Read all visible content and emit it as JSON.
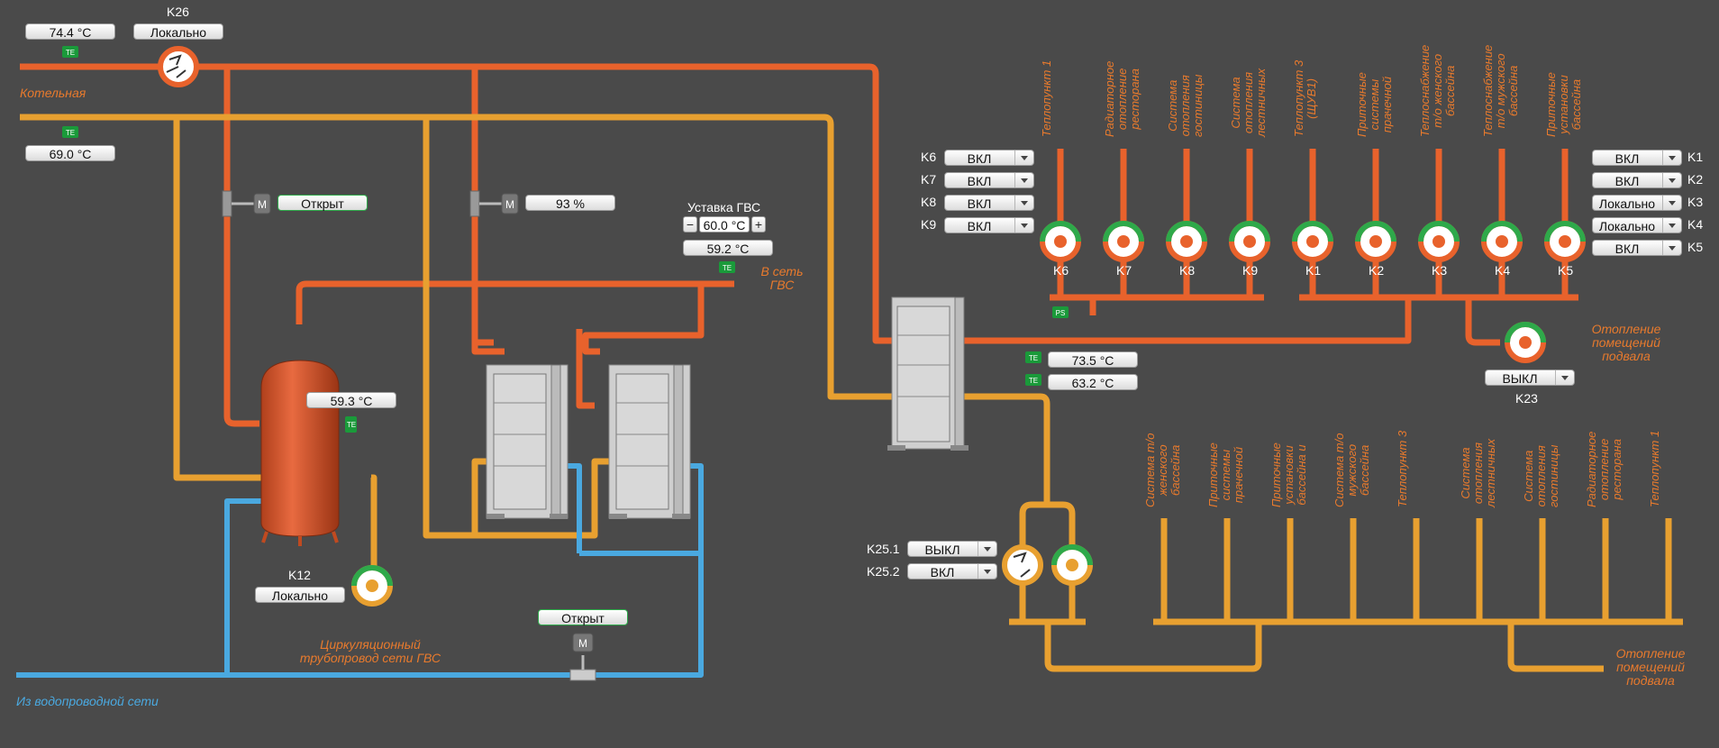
{
  "colors": {
    "hot": "#e8622c",
    "warm": "#e8a030",
    "cold": "#4aa9e0",
    "background": "#4a4a4a",
    "pump_run": "#2ea94a"
  },
  "boiler": {
    "supply_temp": "74.4 °C",
    "return_temp": "69.0 °C",
    "label": "Котельная"
  },
  "pump_k26": {
    "name": "K26",
    "mode": "Локально"
  },
  "valve_1": {
    "state": "Открыт"
  },
  "valve_2": {
    "state": "93 %"
  },
  "dhw_setpoint": {
    "title": "Уставка ГВС",
    "value": "60.0 °C",
    "minus": "−",
    "plus": "+",
    "actual": "59.2 °C",
    "network_label": "В сеть ГВС"
  },
  "tank": {
    "temp": "59.3 °C"
  },
  "pump_k12": {
    "name": "K12",
    "mode": "Локально"
  },
  "circulation_label": "Циркуляционный трубопровод сети ГВС",
  "water_inlet": {
    "label": "Из водопроводной сети",
    "valve_state": "Открыт"
  },
  "heat_exchanger": {
    "temp_supply": "73.5 °C",
    "temp_return": "63.2 °C"
  },
  "pumps_left": [
    {
      "name": "K6",
      "mode": "ВКЛ"
    },
    {
      "name": "K7",
      "mode": "ВКЛ"
    },
    {
      "name": "K8",
      "mode": "ВКЛ"
    },
    {
      "name": "K9",
      "mode": "ВКЛ"
    }
  ],
  "pumps_right": [
    {
      "name": "K1",
      "mode": "ВКЛ"
    },
    {
      "name": "K2",
      "mode": "ВКЛ"
    },
    {
      "name": "K3",
      "mode": "Локально"
    },
    {
      "name": "K4",
      "mode": "Локально"
    },
    {
      "name": "K5",
      "mode": "ВКЛ"
    }
  ],
  "pump_labels_under": [
    "K6",
    "K7",
    "K8",
    "K9",
    "K1",
    "K2",
    "K3",
    "K4",
    "K5"
  ],
  "supply_branches": [
    "Теплопункт 1",
    "Радиаторное отопление ресторана",
    "Система отопления гостиницы",
    "Система отопления лестничных клеток",
    "Теплопункт 3 (ЩУВ1)",
    "Приточные системы прачечной",
    "Теплоснабжение т/о женского бассейна",
    "Теплоснабжение т/о мужского бассейна",
    "Приточные установки бассейна"
  ],
  "pump_k23": {
    "name": "K23",
    "mode": "ВЫКЛ",
    "label": "Отопление помещений подвала"
  },
  "pumps_k25": [
    {
      "name": "K25.1",
      "mode": "ВЫКЛ"
    },
    {
      "name": "K25.2",
      "mode": "ВКЛ"
    }
  ],
  "return_branches": [
    "Система т/о женского бассейна",
    "Приточные системы прачечной",
    "Приточные установки бассейна и подвала",
    "Система т/о мужского бассейна",
    "Теплопункт 3",
    "Система отопления лестничных клеток",
    "Система отопления гостиницы",
    "Радиаторное отопление ресторана",
    "Теплопункт 1"
  ],
  "return_basement_label": "Отопление помещений подвала",
  "sensor_tag": "TE",
  "ps_tag": "PS",
  "motor_tag": "M"
}
